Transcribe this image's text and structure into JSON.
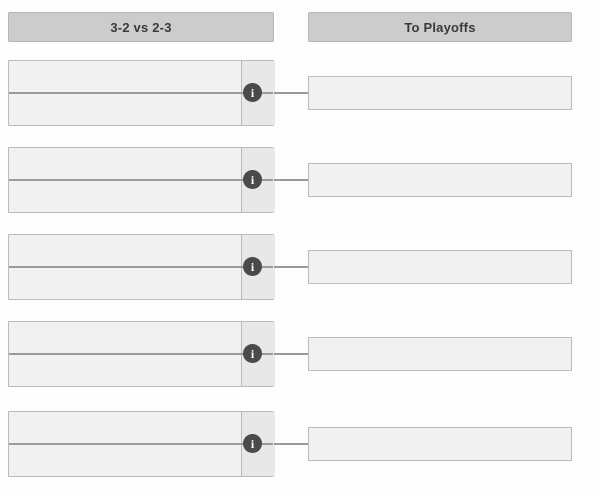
{
  "rounds": [
    {
      "id": "round-1",
      "label": "3-2 vs 2-3"
    },
    {
      "id": "round-2",
      "label": "To Playoffs"
    }
  ],
  "matches": [
    {
      "info_icon": "i",
      "top": {
        "team": "",
        "score": ""
      },
      "bottom": {
        "team": "",
        "score": ""
      }
    },
    {
      "info_icon": "i",
      "top": {
        "team": "",
        "score": ""
      },
      "bottom": {
        "team": "",
        "score": ""
      }
    },
    {
      "info_icon": "i",
      "top": {
        "team": "",
        "score": ""
      },
      "bottom": {
        "team": "",
        "score": ""
      }
    },
    {
      "info_icon": "i",
      "top": {
        "team": "",
        "score": ""
      },
      "bottom": {
        "team": "",
        "score": ""
      }
    },
    {
      "info_icon": "i",
      "top": {
        "team": "",
        "score": ""
      },
      "bottom": {
        "team": "",
        "score": ""
      }
    }
  ],
  "results": [
    {
      "team": ""
    },
    {
      "team": ""
    },
    {
      "team": ""
    },
    {
      "team": ""
    },
    {
      "team": ""
    }
  ],
  "colors": {
    "header_fill": "#cccccc",
    "header_border": "#b4b4b4",
    "box_fill": "#f1f1f1",
    "box_border": "#bbbbbb",
    "divider": "#9a9a9a",
    "score_col_fill": "#e8e8e8",
    "info_icon_fill": "#4a4a4a",
    "page_background": "#fdfdfd"
  }
}
